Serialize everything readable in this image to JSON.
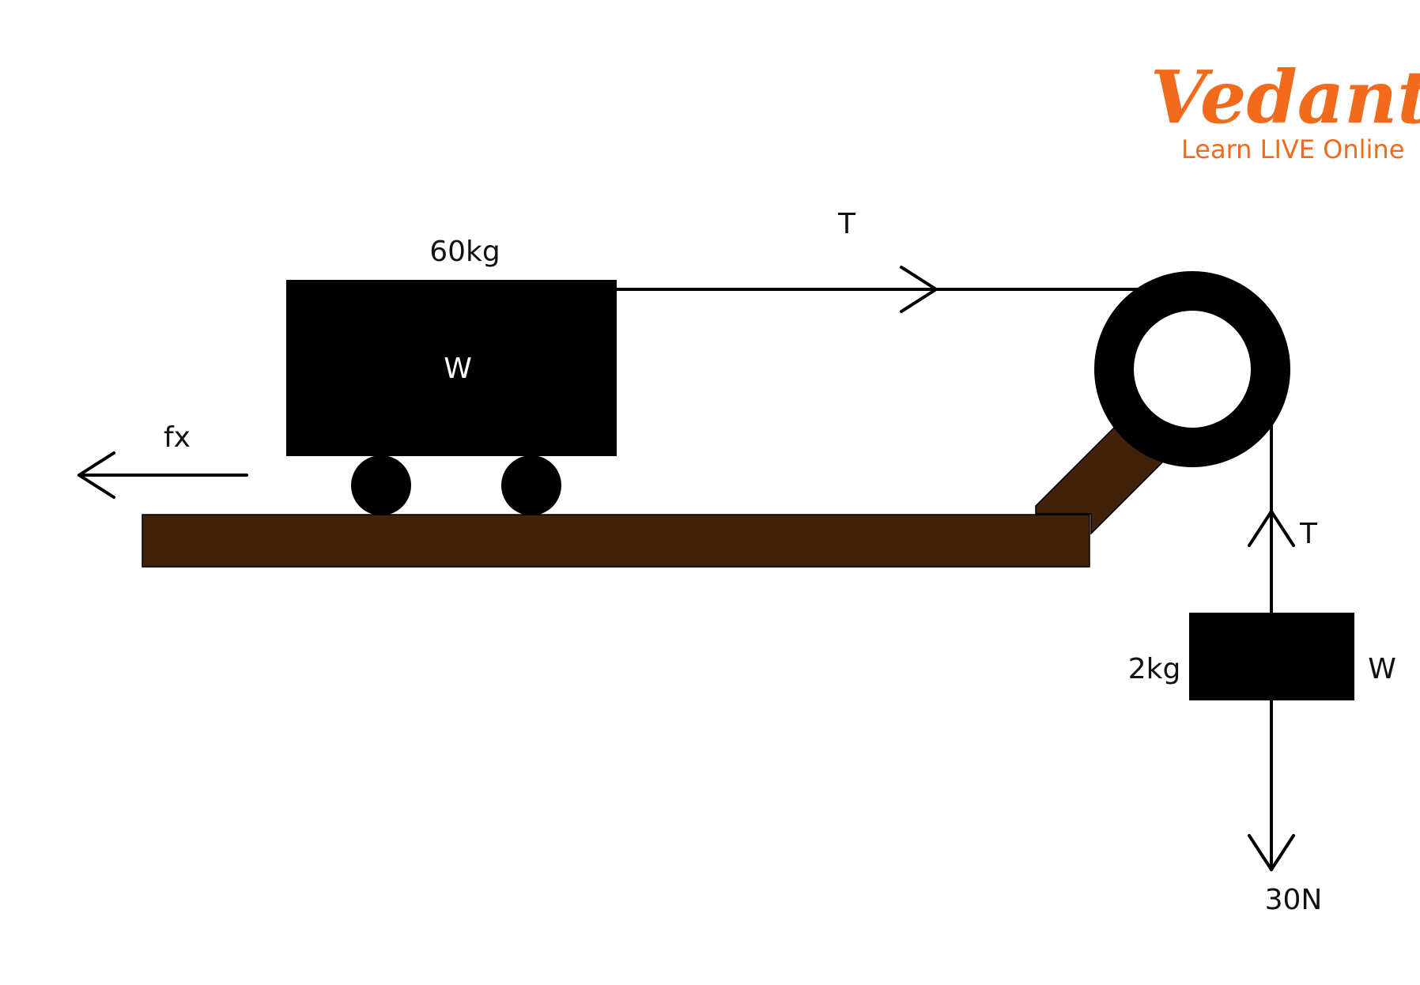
{
  "logo": {
    "brand": "Vedantu",
    "tagline": "Learn LIVE Online"
  },
  "diagram": {
    "cart": {
      "mass_label": "60kg",
      "weight_label": "W",
      "friction_label": "fx"
    },
    "rope": {
      "tension_top_label": "T",
      "tension_side_label": "T"
    },
    "hanging_block": {
      "mass_label": "2kg",
      "weight_label": "W",
      "force_label": "30N"
    }
  },
  "colors": {
    "platform": "#42210b",
    "block": "#000000",
    "logo": "#f26a1b"
  }
}
